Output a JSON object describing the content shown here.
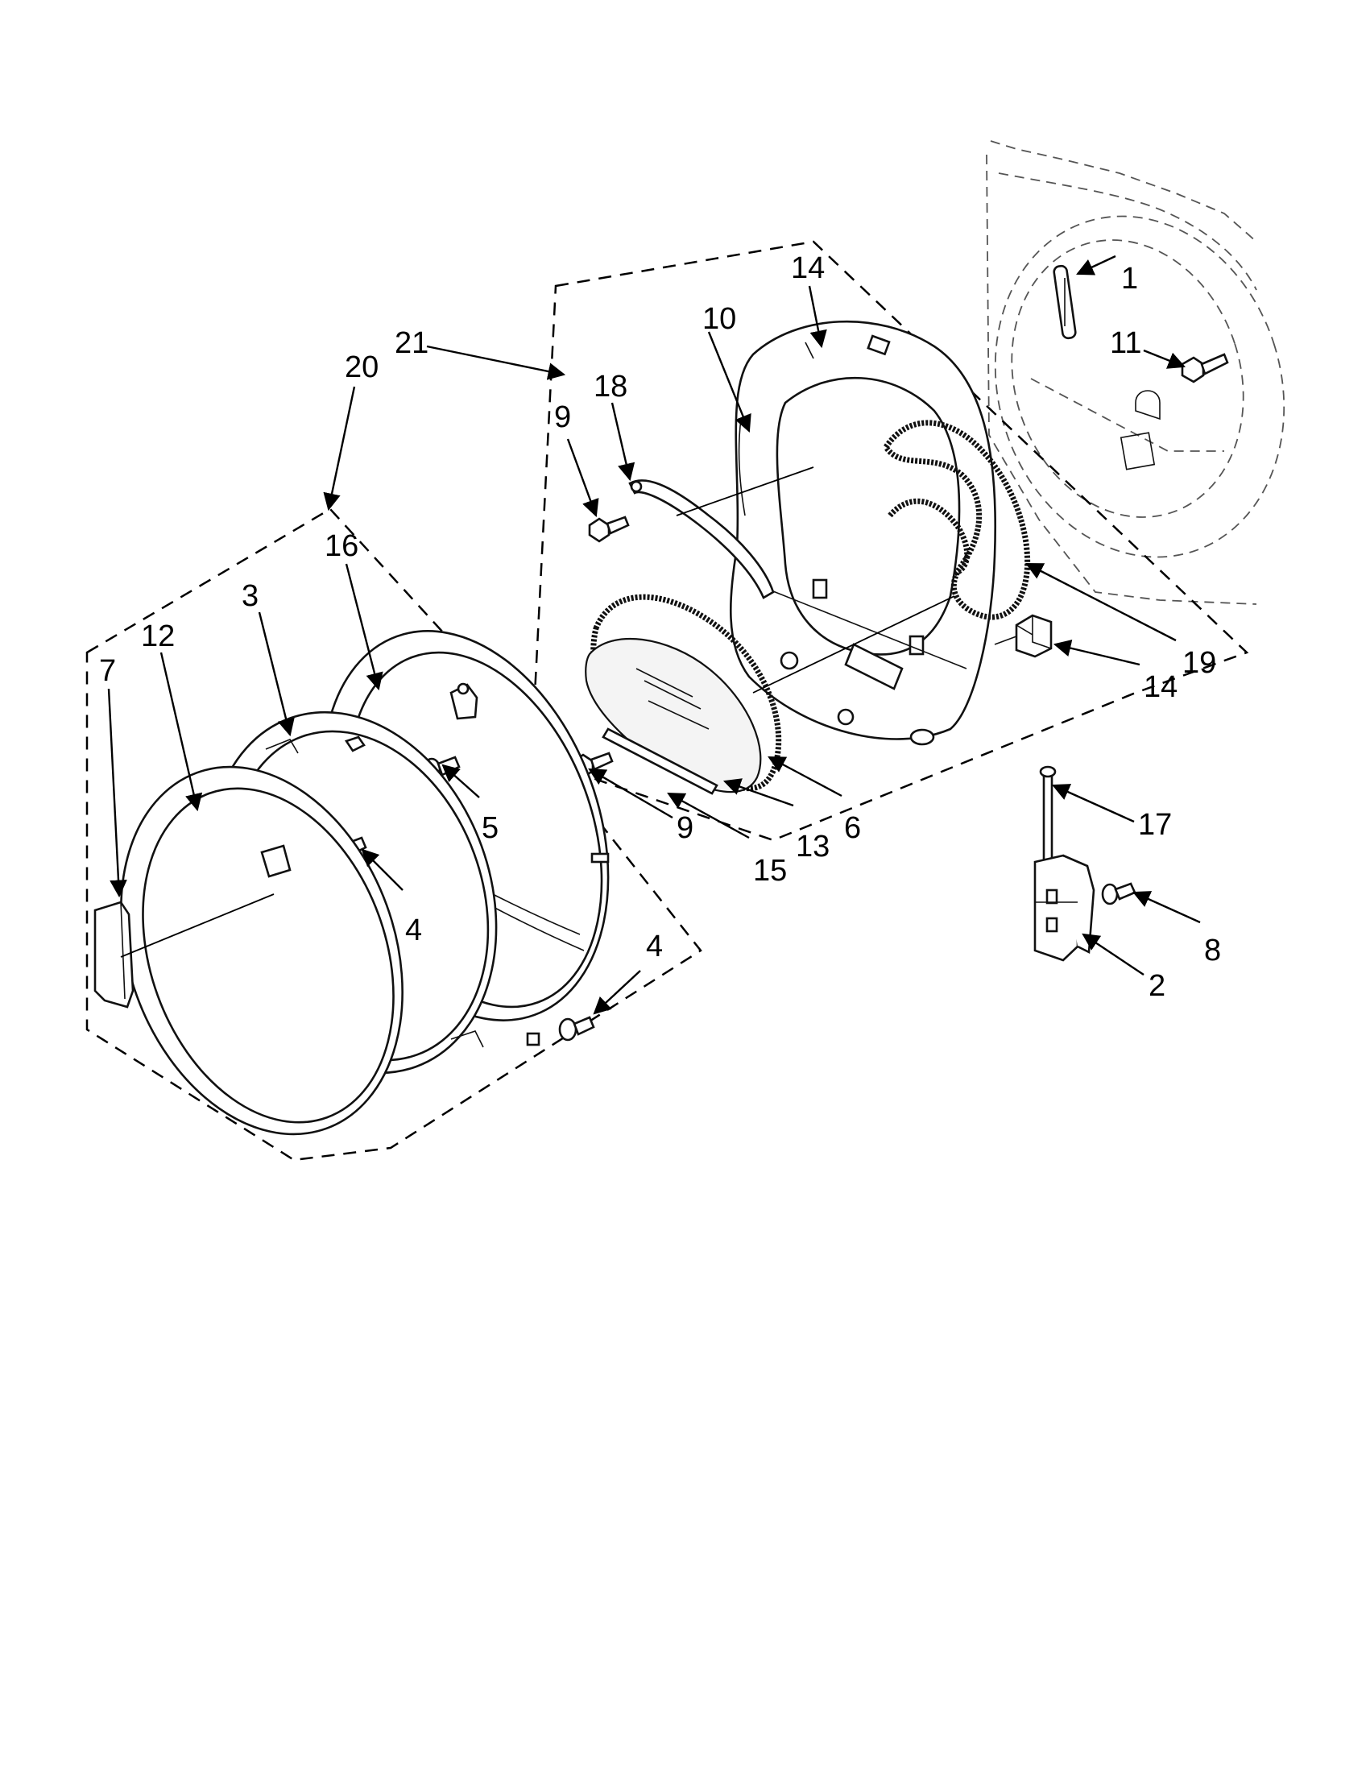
{
  "diagram": {
    "callouts": [
      {
        "id": "c1",
        "label": "1"
      },
      {
        "id": "c11",
        "label": "11"
      },
      {
        "id": "c14a",
        "label": "14"
      },
      {
        "id": "c10",
        "label": "10"
      },
      {
        "id": "c18",
        "label": "18"
      },
      {
        "id": "c9a",
        "label": "9"
      },
      {
        "id": "c21",
        "label": "21"
      },
      {
        "id": "c20",
        "label": "20"
      },
      {
        "id": "c16",
        "label": "16"
      },
      {
        "id": "c3",
        "label": "3"
      },
      {
        "id": "c12",
        "label": "12"
      },
      {
        "id": "c7",
        "label": "7"
      },
      {
        "id": "c19",
        "label": "19"
      },
      {
        "id": "c14b",
        "label": "14"
      },
      {
        "id": "c5",
        "label": "5"
      },
      {
        "id": "c9b",
        "label": "9"
      },
      {
        "id": "c13",
        "label": "13"
      },
      {
        "id": "c6",
        "label": "6"
      },
      {
        "id": "c15",
        "label": "15"
      },
      {
        "id": "c4a",
        "label": "4"
      },
      {
        "id": "c4b",
        "label": "4"
      },
      {
        "id": "c17",
        "label": "17"
      },
      {
        "id": "c8",
        "label": "8"
      },
      {
        "id": "c2",
        "label": "2"
      }
    ]
  }
}
